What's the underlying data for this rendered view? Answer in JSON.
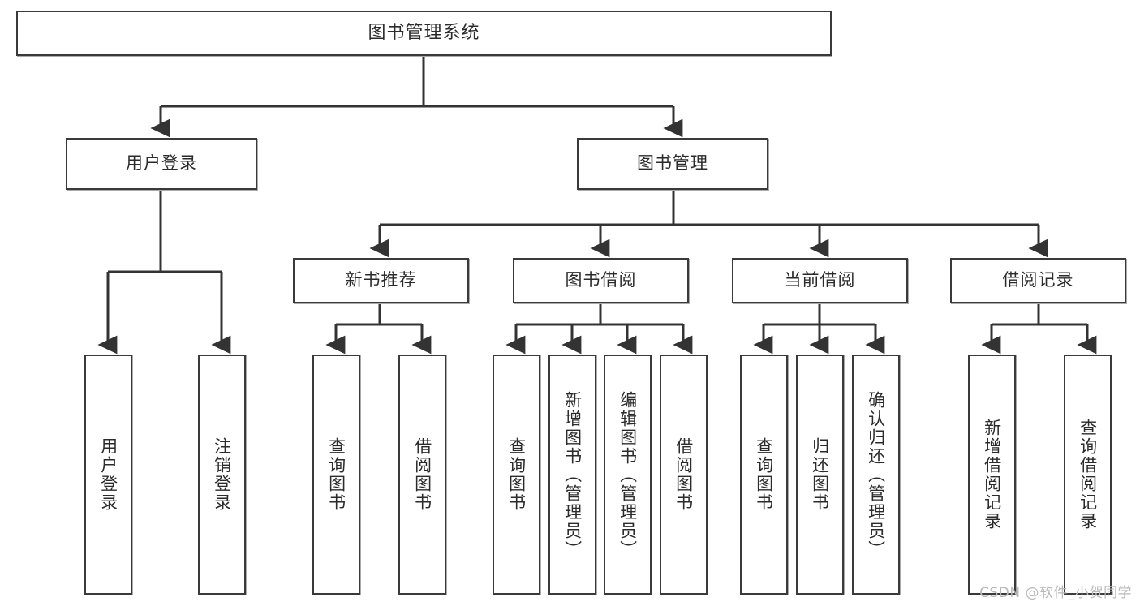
{
  "diagram": {
    "title": "图书管理系统",
    "watermark": "CSDN @软件_小贺同学",
    "colors": {
      "box_border": "#3a3a3a",
      "box_fill": "#ffffff",
      "edge": "#333333",
      "text": "#2b2b2b",
      "watermark": "#b9b9b9",
      "background": "#ffffff"
    },
    "nodes": {
      "root": "图书管理系统",
      "tier2": [
        "用户登录",
        "图书管理"
      ],
      "tier3": [
        "新书推荐",
        "图书借阅",
        "当前借阅",
        "借阅记录"
      ],
      "leaves_user_login": [
        "用户登录",
        "注销登录"
      ],
      "leaves_new_book": [
        "查询图书",
        "借阅图书"
      ],
      "leaves_borrow": [
        "查询图书",
        "新增图书（管理员）",
        "编辑图书（管理员）",
        "借阅图书"
      ],
      "leaves_current": [
        "查询图书",
        "归还图书",
        "确认归还（管理员）"
      ],
      "leaves_records": [
        "新增借阅记录",
        "查询借阅记录"
      ]
    }
  }
}
